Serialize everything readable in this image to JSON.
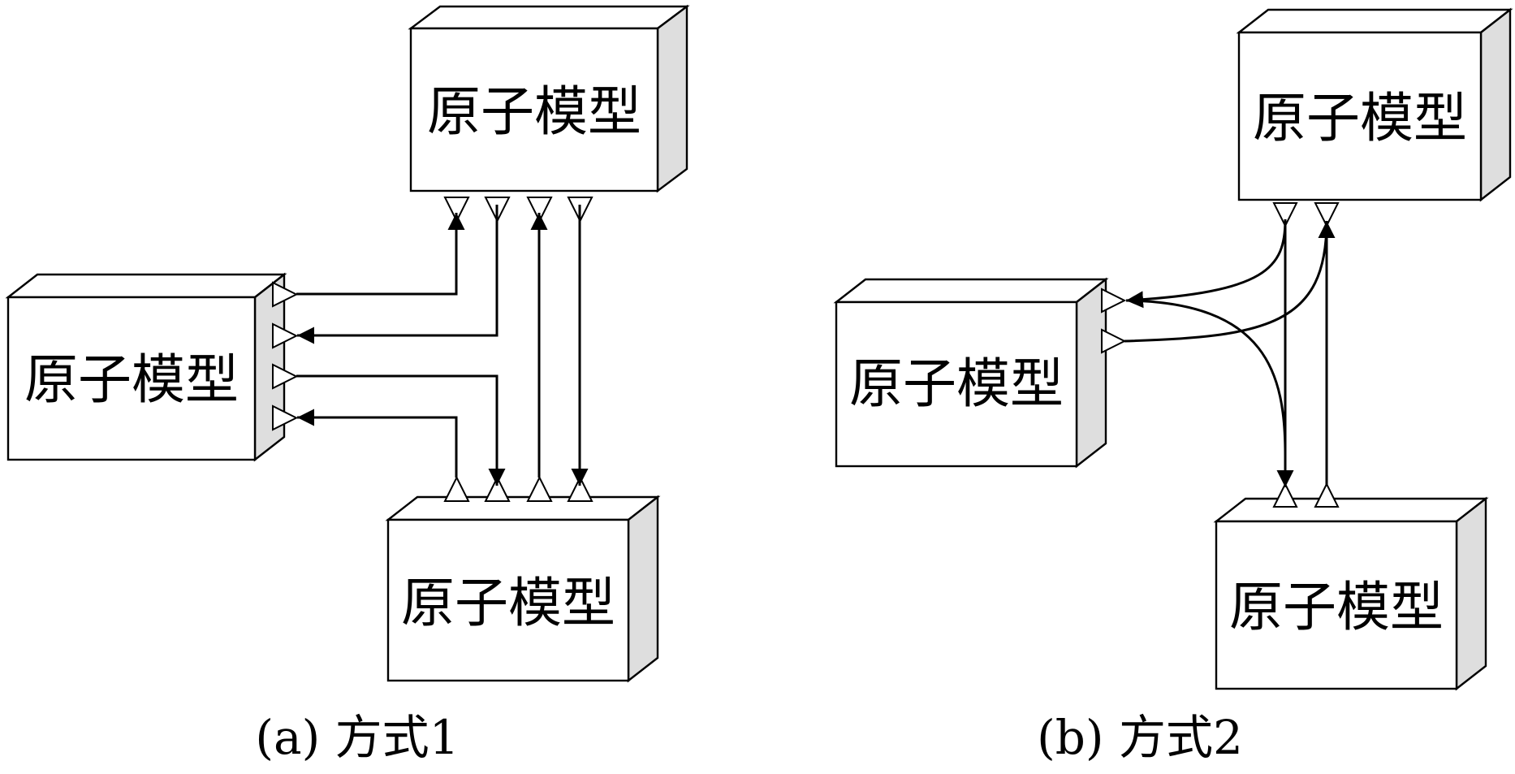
{
  "box_label": "原子模型",
  "captions": {
    "a": "(a) 方式1",
    "b": "(b) 方式2"
  },
  "colors": {
    "stroke": "#000000",
    "box_face": "#ffffff",
    "box_side": "#dedede"
  }
}
